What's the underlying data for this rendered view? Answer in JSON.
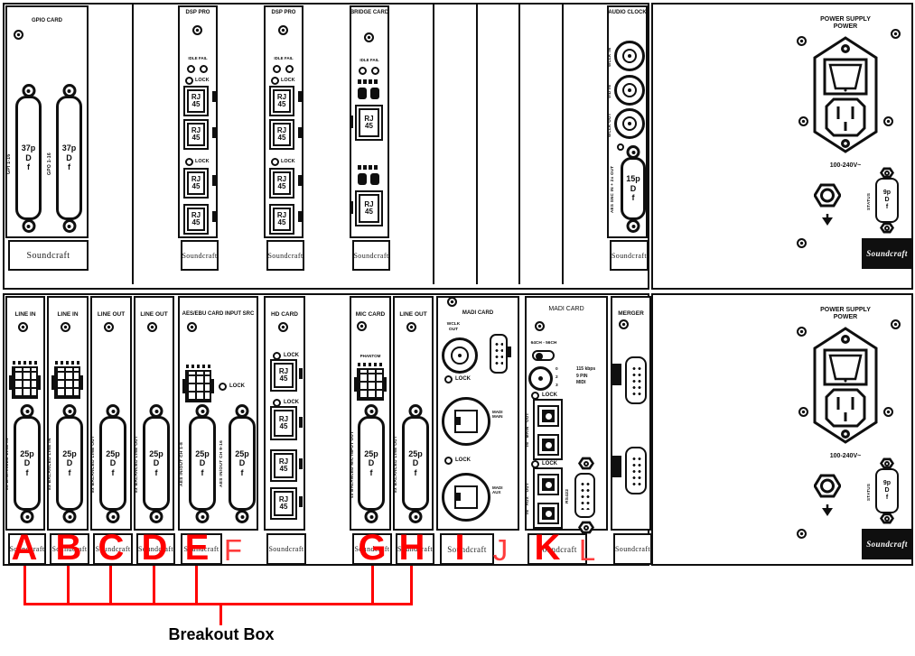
{
  "brand": "Soundcraft",
  "annotations": {
    "breakout_label": "Breakout Box",
    "letters": [
      {
        "label": "A",
        "bold": true
      },
      {
        "label": "B",
        "bold": true
      },
      {
        "label": "C",
        "bold": true
      },
      {
        "label": "D",
        "bold": true
      },
      {
        "label": "E",
        "bold": true
      },
      {
        "label": "F",
        "bold": false
      },
      {
        "label": "G",
        "bold": true
      },
      {
        "label": "H",
        "bold": true
      },
      {
        "label": "I",
        "bold": true
      },
      {
        "label": "J",
        "bold": false
      },
      {
        "label": "K",
        "bold": true
      },
      {
        "label": "L",
        "bold": false
      }
    ]
  },
  "top": {
    "gpio": {
      "title": "GPIO CARD",
      "conn": "37p\nD\nf",
      "side_left": "GPI 1-16",
      "side_right": "GPO 1-16"
    },
    "dsp": {
      "title": "DSP PRO",
      "leds": "IDLE FAIL",
      "lock": "LOCK",
      "rj": "RJ\n45"
    },
    "bridge": {
      "title": "BRIDGE CARD",
      "leds": "IDLE FAIL",
      "rj": "RJ\n45"
    },
    "clock": {
      "title": "AUDIO CLOCK",
      "bnc1": "WCLK IN",
      "bnc2": "VID IN",
      "bnc3": "WCLK OUT",
      "conn": "15p\nD\nf",
      "side": "AES SNC IN + 2x OUT"
    }
  },
  "bottom": {
    "line_in": {
      "title": "LINE IN",
      "conn": "25p\nD\nf",
      "side": "8x BALANCED LINE IN"
    },
    "line_out": {
      "title": "LINE OUT",
      "conn": "25p\nD\nf",
      "side": "8x BALANCED LINE OUT"
    },
    "aes": {
      "title": "AES/EBU CARD INPUT SRC",
      "lock": "LOCK",
      "conn": "25p\nD\nf",
      "side1": "AES IN/OUT CH 1-8",
      "side2": "AES IN/OUT CH 9-16"
    },
    "hd": {
      "title": "HD CARD",
      "lock": "LOCK",
      "rj": "RJ\n45"
    },
    "mic": {
      "title": "MIC CARD",
      "phantom": "PHANTOM",
      "conn": "25p\nD\nf",
      "side": "4x BALANCED MIC INPUT OUT"
    },
    "madi1": {
      "title": "MADI CARD",
      "wclk": "WCLK\nOUT",
      "lock": "LOCK",
      "main": "MADI\nMAIN",
      "aux": "MADI\nAUX"
    },
    "madi2": {
      "title": "MADI CARD",
      "ch": "64CH - 56CH",
      "knob": "0\n2\n3",
      "midi": "115 kbps\n9 PIN\nMIDI",
      "lock": "LOCK",
      "main": "IN   MAIN   OUT",
      "aux": "IN   AUX   OUT",
      "rs422": "RS422"
    },
    "merger": {
      "title": "MERGER"
    }
  },
  "psu": {
    "title": "POWER SUPPLY\nPOWER",
    "voltage": "100-240V~",
    "conn": "9p\nD\nf",
    "status": "STATUS"
  }
}
